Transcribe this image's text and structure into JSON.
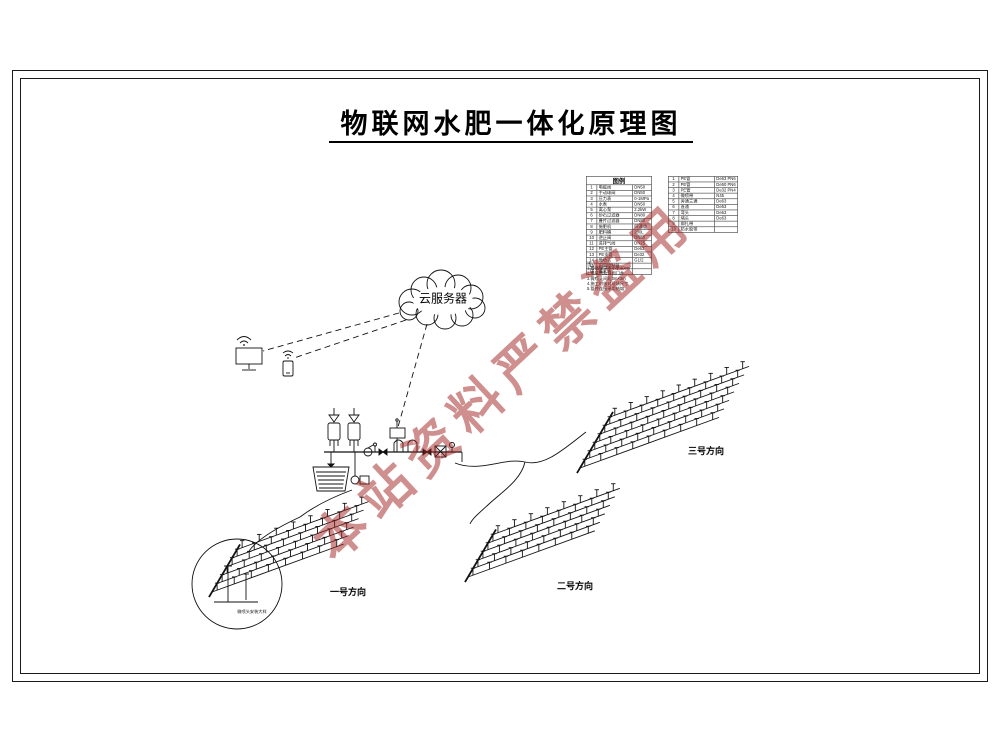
{
  "title": "物联网水肥一体化原理图",
  "watermark": "本站资料严禁盗用",
  "cloud_label": "云服务器",
  "legend": {
    "title": "图例",
    "left_rows": [
      [
        "1",
        "电磁阀",
        "DN50"
      ],
      [
        "2",
        "手动球阀",
        "DN50"
      ],
      [
        "3",
        "压力表",
        "0-1MPa"
      ],
      [
        "4",
        "水表",
        "DN50"
      ],
      [
        "5",
        "离心泵",
        "2.2kW"
      ],
      [
        "6",
        "砂石过滤器",
        "DN80"
      ],
      [
        "7",
        "叠片过滤器",
        "DN80"
      ],
      [
        "8",
        "施肥机",
        "四通道"
      ],
      [
        "9",
        "肥料桶",
        "200L"
      ],
      [
        "10",
        "逆止阀",
        "DN50"
      ],
      [
        "11",
        "进排气阀",
        "DN25"
      ],
      [
        "12",
        "PE主管",
        "De63"
      ],
      [
        "13",
        "PE支管",
        "De32"
      ],
      [
        "14",
        "微喷头",
        "G1/2"
      ],
      [
        "15",
        "田间控制器",
        ""
      ],
      [
        "16",
        "蓄水池",
        ""
      ]
    ],
    "right_rows": [
      [
        "1",
        "PE管",
        "De63 PN6"
      ],
      [
        "2",
        "PE管",
        "De50 PN6"
      ],
      [
        "3",
        "PE管",
        "De32 PN4"
      ],
      [
        "4",
        "微喷带",
        "N45"
      ],
      [
        "5",
        "旁通三通",
        "De63"
      ],
      [
        "6",
        "直通",
        "De63"
      ],
      [
        "7",
        "弯头",
        "De63"
      ],
      [
        "8",
        "堵头",
        "De63"
      ],
      [
        "9",
        "绑扎带",
        ""
      ],
      [
        "10",
        "防水胶带",
        ""
      ]
    ],
    "notes": [
      "注:",
      "1.管道埋深不小于40cm",
      "2.电磁阀处设阀门井",
      "3.微喷头间距3m×3m",
      "4.施工时核对现场尺寸",
      "5.管件连接采用热熔"
    ]
  },
  "fields": [
    {
      "label": "一号方向"
    },
    {
      "label": "二号方向"
    },
    {
      "label": "三号方向"
    }
  ],
  "detail_note": "微喷头安装大样"
}
